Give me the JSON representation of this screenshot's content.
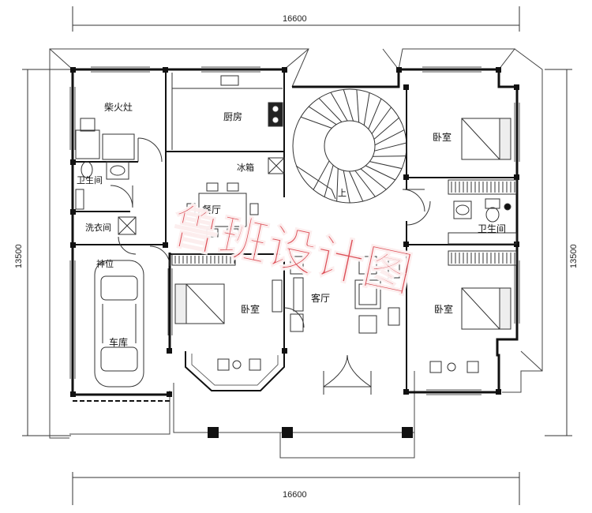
{
  "dimensions": {
    "top_width": "16600",
    "bottom_width": "16600",
    "left_height": "13500",
    "right_height": "13500"
  },
  "rooms": {
    "firewood_stove": "柴火灶",
    "kitchen": "厨房",
    "bathroom_left": "卫生间",
    "laundry": "洗衣间",
    "shrine": "神位",
    "garage": "车库",
    "fridge": "冰箱",
    "dining": "餐厅",
    "stair_up": "上",
    "living": "客厅",
    "bedroom_left": "卧室",
    "bedroom_top_right": "卧室",
    "bathroom_right": "卫生间",
    "bedroom_bottom_right": "卧室"
  },
  "watermark": "鲁班设计图",
  "colors": {
    "wall": "#111111",
    "line": "#333333",
    "watermark": "#d62832"
  }
}
